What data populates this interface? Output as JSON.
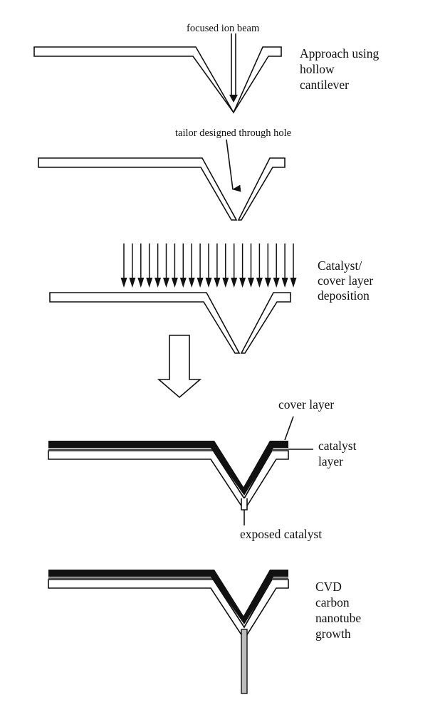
{
  "steps": [
    {
      "caption_lines": [
        "Approach using",
        "hollow",
        "cantilever"
      ],
      "annotation": "focused ion beam"
    },
    {
      "annotation": "tailor designed through hole"
    },
    {
      "caption_lines": [
        "Catalyst/",
        "cover layer",
        "deposition"
      ]
    },
    {
      "annotations": [
        "cover layer",
        "catalyst",
        "layer",
        "exposed catalyst"
      ]
    },
    {
      "caption_lines": [
        "CVD",
        "carbon",
        "nanotube",
        "growth"
      ]
    }
  ],
  "colors": {
    "ink": "#111111",
    "background": "#ffffff",
    "nanotube": "#bdbdbd"
  }
}
